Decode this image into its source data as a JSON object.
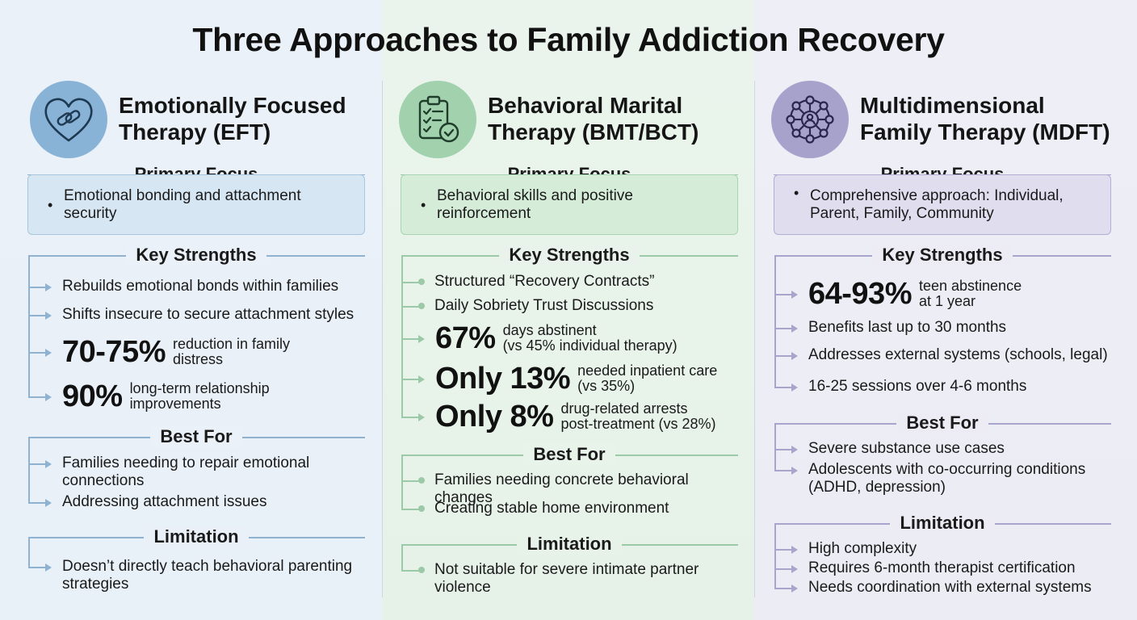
{
  "title": "Three Approaches to Family Addiction Recovery",
  "columns": [
    {
      "icon": "heart-link-icon",
      "title_line1": "Emotionally Focused",
      "title_line2": "Therapy (EFT)",
      "primary_focus_heading": "Primary Focus",
      "primary_focus": "Emotional bonding and attachment security",
      "key_strengths_heading": "Key Strengths",
      "strengths": [
        "Rebuilds emotional bonds within families",
        "Shifts insecure to secure attachment styles"
      ],
      "stats": [
        {
          "value": "70-75%",
          "line1": "reduction in family",
          "line2": "distress"
        },
        {
          "value": "90%",
          "line1": "long-term relationship",
          "line2": "improvements"
        }
      ],
      "best_for_heading": "Best For",
      "best_for": [
        "Families needing to repair emotional connections",
        "Addressing attachment issues"
      ],
      "limitation_heading": "Limitation",
      "limitation": [
        "Doesn’t directly teach behavioral parenting strategies"
      ]
    },
    {
      "icon": "checklist-icon",
      "title_line1": "Behavioral Marital",
      "title_line2": "Therapy (BMT/BCT)",
      "primary_focus_heading": "Primary Focus",
      "primary_focus": "Behavioral skills and positive reinforcement",
      "key_strengths_heading": "Key Strengths",
      "strengths": [
        "Structured “Recovery Contracts”",
        "Daily Sobriety Trust Discussions"
      ],
      "stats": [
        {
          "value": "67%",
          "line1": "days abstinent",
          "line2": "(vs 45% individual therapy)"
        },
        {
          "value": "Only 13%",
          "line1": "needed inpatient care",
          "line2": "(vs 35%)"
        },
        {
          "value": "Only 8%",
          "line1": "drug-related arrests",
          "line2": "post-treatment (vs 28%)"
        }
      ],
      "best_for_heading": "Best For",
      "best_for": [
        "Families needing concrete behavioral changes",
        "Creating stable home environment"
      ],
      "limitation_heading": "Limitation",
      "limitation": [
        "Not suitable for severe intimate partner violence"
      ]
    },
    {
      "icon": "network-icon",
      "title_line1": "Multidimensional",
      "title_line2": "Family Therapy (MDFT)",
      "primary_focus_heading": "Primary Focus",
      "primary_focus": "Comprehensive approach: Individual, Parent, Family, Community",
      "key_strengths_heading": "Key Strengths",
      "stats": [
        {
          "value": "64-93%",
          "line1": "teen abstinence",
          "line2": "at 1 year"
        }
      ],
      "strengths": [
        "Benefits last up to 30 months",
        "Addresses external systems (schools, legal)",
        "16-25 sessions over 4-6 months"
      ],
      "best_for_heading": "Best For",
      "best_for": [
        "Severe substance use cases",
        "Adolescents with co-occurring conditions (ADHD, depression)"
      ],
      "limitation_heading": "Limitation",
      "limitation": [
        "High complexity",
        "Requires 6-month therapist certification",
        "Needs coordination with external systems"
      ]
    }
  ]
}
